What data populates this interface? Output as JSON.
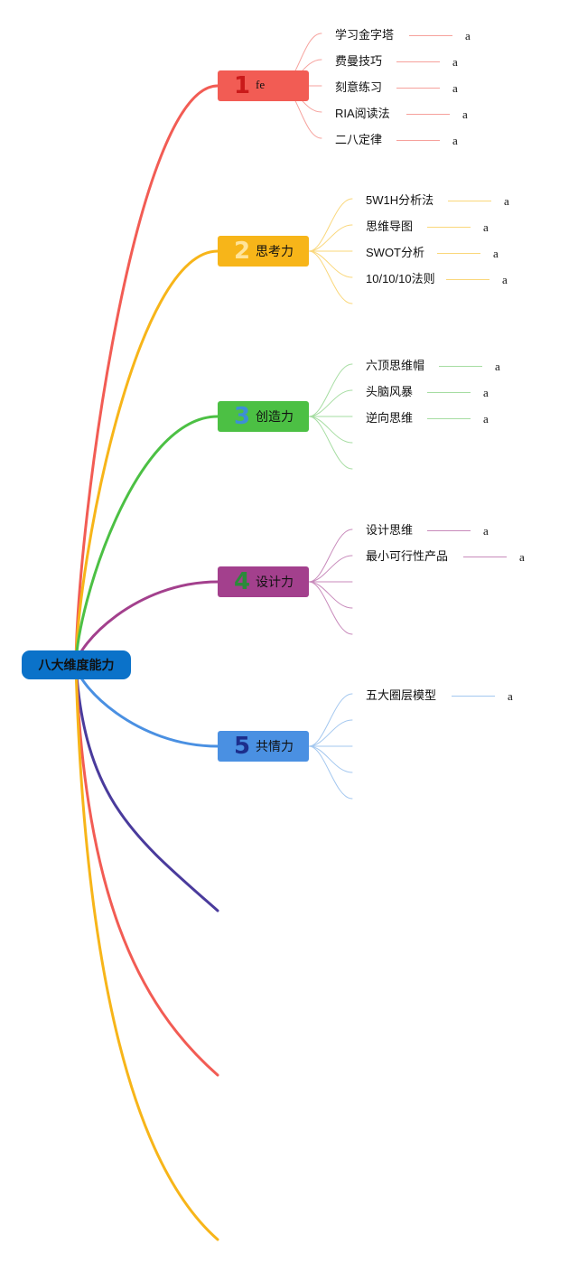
{
  "root": {
    "label": "八大维度能力",
    "color": "#0B72C9"
  },
  "branches": [
    {
      "num": "1",
      "label": "fe",
      "color": "#F25C54",
      "num_color": "#C91A1A",
      "leaves": [
        {
          "label": "学习金字塔",
          "note": "a"
        },
        {
          "label": "费曼技巧",
          "note": "a"
        },
        {
          "label": "刻意练习",
          "note": "a"
        },
        {
          "label": "RIA阅读法",
          "note": "a"
        },
        {
          "label": "二八定律",
          "note": "a"
        }
      ]
    },
    {
      "num": "2",
      "label": "思考力",
      "color": "#F7B519",
      "num_color": "#FFE49A",
      "leaves": [
        {
          "label": "5W1H分析法",
          "note": "a"
        },
        {
          "label": "思维导图",
          "note": "a"
        },
        {
          "label": "SWOT分析",
          "note": "a"
        },
        {
          "label": "10/10/10法则",
          "note": "a"
        }
      ]
    },
    {
      "num": "3",
      "label": "创造力",
      "color": "#4CC044",
      "num_color": "#3D8FD6",
      "leaves": [
        {
          "label": "六顶思维帽",
          "note": "a"
        },
        {
          "label": "头脑风暴",
          "note": "a"
        },
        {
          "label": "逆向思维",
          "note": "a"
        }
      ]
    },
    {
      "num": "4",
      "label": "设计力",
      "color": "#A3408D",
      "num_color": "#2C8A3A",
      "leaves": [
        {
          "label": "设计思维",
          "note": "a"
        },
        {
          "label": "最小可行性产品",
          "note": "a"
        }
      ]
    },
    {
      "num": "5",
      "label": "共情力",
      "color": "#4A90E2",
      "num_color": "#1C2E8C",
      "leaves": [
        {
          "label": "五大圈层模型",
          "note": "a"
        }
      ]
    }
  ],
  "extra_branch_colors": [
    "#4A3B9C",
    "#F25C54",
    "#F7B519"
  ]
}
